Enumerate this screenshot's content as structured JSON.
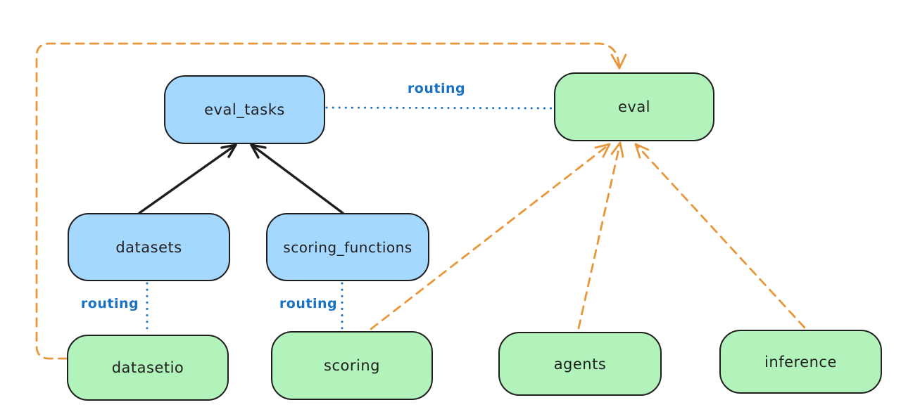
{
  "colors": {
    "background": "#ffffff",
    "node_stroke": "#1e1e1e",
    "blue_fill": "#a5d8ff",
    "green_fill": "#b2f2bb",
    "routing_blue": "#1971c2",
    "orange_dashed": "#e8963a",
    "black_arrow": "#1e1e1e"
  },
  "nodes": [
    {
      "id": "eval_tasks",
      "label": "eval_tasks",
      "fill": "blue_fill"
    },
    {
      "id": "eval",
      "label": "eval",
      "fill": "green_fill"
    },
    {
      "id": "datasets",
      "label": "datasets",
      "fill": "blue_fill"
    },
    {
      "id": "scoring_functions",
      "label": "scoring_functions",
      "fill": "blue_fill"
    },
    {
      "id": "datasetio",
      "label": "datasetio",
      "fill": "green_fill"
    },
    {
      "id": "scoring",
      "label": "scoring",
      "fill": "green_fill"
    },
    {
      "id": "agents",
      "label": "agents",
      "fill": "green_fill"
    },
    {
      "id": "inference",
      "label": "inference",
      "fill": "green_fill"
    }
  ],
  "edges": [
    {
      "from": "datasets",
      "to": "eval_tasks",
      "style": "solid-arrow",
      "color": "black",
      "label": ""
    },
    {
      "from": "scoring_functions",
      "to": "eval_tasks",
      "style": "solid-arrow",
      "color": "black",
      "label": ""
    },
    {
      "from": "eval_tasks",
      "to": "eval",
      "style": "dotted-line",
      "color": "blue",
      "label": "routing"
    },
    {
      "from": "datasets",
      "to": "datasetio",
      "style": "dotted-line",
      "color": "blue",
      "label": "routing"
    },
    {
      "from": "scoring_functions",
      "to": "scoring",
      "style": "dotted-line",
      "color": "blue",
      "label": "routing"
    },
    {
      "from": "datasetio",
      "to": "eval",
      "style": "dashed-arrow",
      "color": "orange",
      "label": ""
    },
    {
      "from": "scoring",
      "to": "eval",
      "style": "dashed-arrow",
      "color": "orange",
      "label": ""
    },
    {
      "from": "agents",
      "to": "eval",
      "style": "dashed-arrow",
      "color": "orange",
      "label": ""
    },
    {
      "from": "inference",
      "to": "eval",
      "style": "dashed-arrow",
      "color": "orange",
      "label": ""
    }
  ]
}
